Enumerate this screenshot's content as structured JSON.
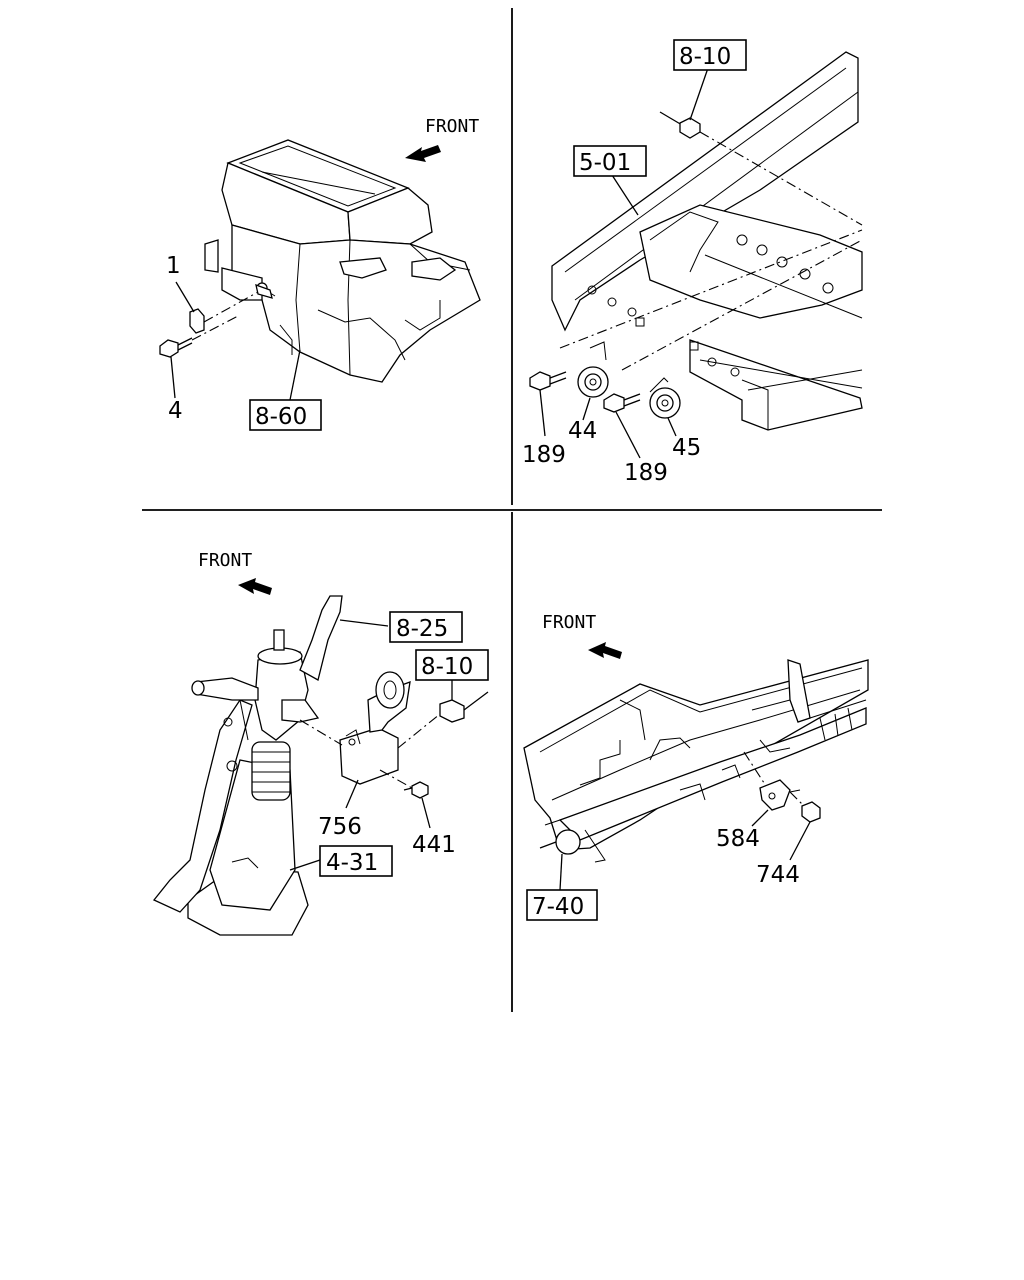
{
  "front_label": "FRONT",
  "panels": {
    "top_left": {
      "refs": [
        "8-60"
      ],
      "parts": [
        "1",
        "4"
      ]
    },
    "top_right": {
      "refs": [
        "8-10",
        "5-01"
      ],
      "parts": [
        "44",
        "45",
        "189",
        "189"
      ]
    },
    "bottom_left": {
      "refs": [
        "8-25",
        "8-10",
        "4-31"
      ],
      "parts": [
        "756",
        "441"
      ]
    },
    "bottom_right": {
      "refs": [
        "7-40"
      ],
      "parts": [
        "584",
        "744"
      ]
    }
  }
}
